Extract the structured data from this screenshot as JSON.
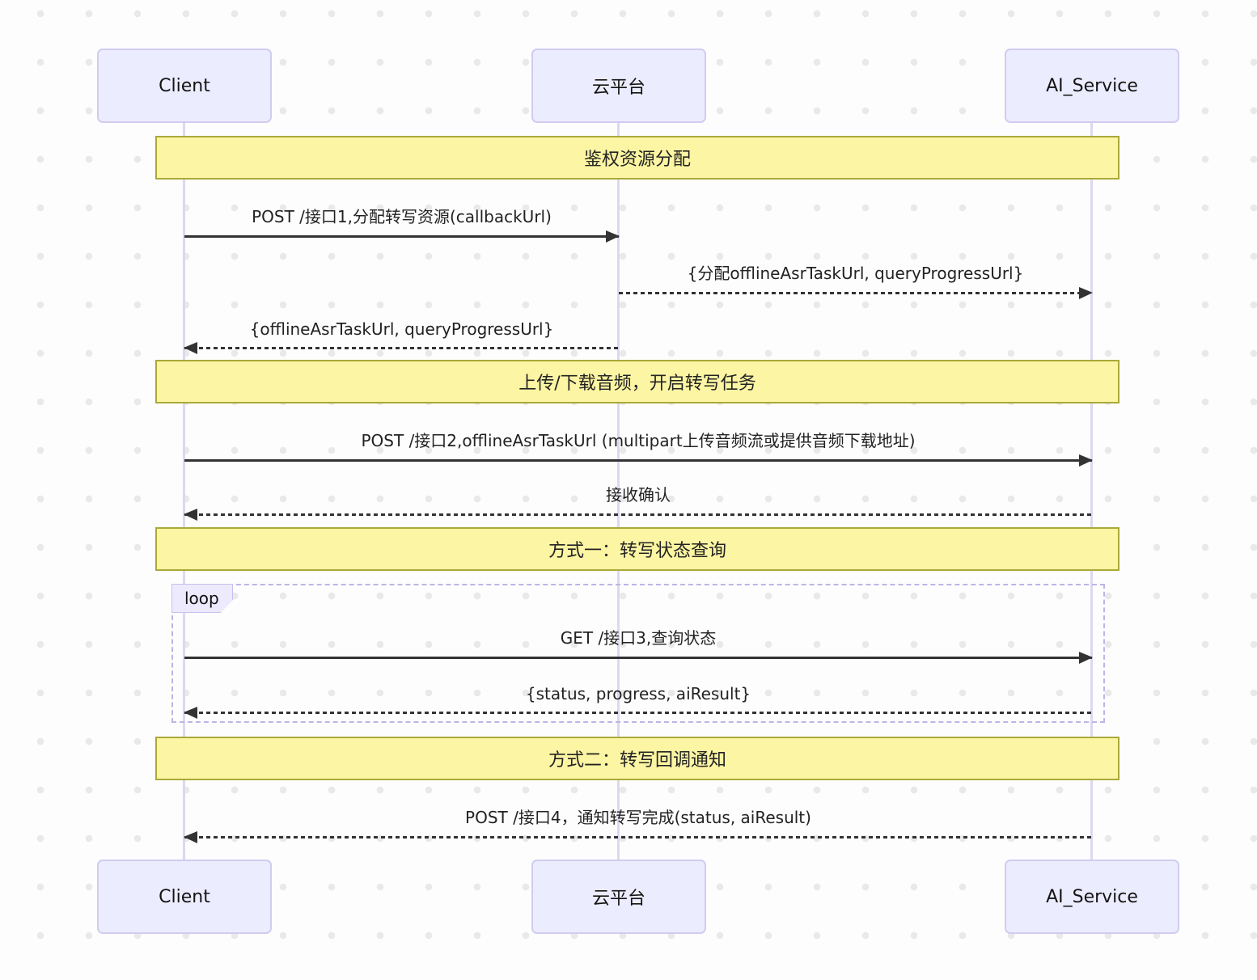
{
  "diagram": {
    "type": "sequence",
    "actors": {
      "client": "Client",
      "cloud": "云平台",
      "ai": "AI_Service"
    },
    "notes": {
      "auth": "鉴权资源分配",
      "upload": "上传/下载音频，开启转写任务",
      "method1": "方式一：转写状态查询",
      "method2": "方式二：转写回调通知"
    },
    "loop": {
      "label": "loop"
    },
    "messages": {
      "m1": {
        "text": "POST /接口1,分配转写资源(callbackUrl)",
        "from": "Client",
        "to": "云平台",
        "line": "solid",
        "direction": "right"
      },
      "m2": {
        "text": "{分配offlineAsrTaskUrl, queryProgressUrl}",
        "from": "云平台",
        "to": "AI_Service",
        "line": "dashed",
        "direction": "right"
      },
      "m3": {
        "text": "{offlineAsrTaskUrl, queryProgressUrl}",
        "from": "云平台",
        "to": "Client",
        "line": "dashed",
        "direction": "left"
      },
      "m4": {
        "text": "POST /接口2,offlineAsrTaskUrl (multipart上传音频流或提供音频下载地址)",
        "from": "Client",
        "to": "AI_Service",
        "line": "solid",
        "direction": "right"
      },
      "m5": {
        "text": "接收确认",
        "from": "AI_Service",
        "to": "Client",
        "line": "dashed",
        "direction": "left"
      },
      "m6": {
        "text": "GET /接口3,查询状态",
        "from": "Client",
        "to": "AI_Service",
        "line": "solid",
        "direction": "right"
      },
      "m7": {
        "text": "{status, progress, aiResult}",
        "from": "AI_Service",
        "to": "Client",
        "line": "dashed",
        "direction": "left"
      },
      "m8": {
        "text": "POST /接口4，通知转写完成(status, aiResult)",
        "from": "AI_Service",
        "to": "Client",
        "line": "dashed",
        "direction": "left"
      }
    },
    "colors": {
      "note_fill": "#fcf5a3",
      "note_border": "#a9a93a",
      "actor_fill": "#ececff",
      "actor_border": "#d0ccf0",
      "lifeline": "#dcd8f2",
      "arrow": "#333333",
      "loop_border": "#bcb5e6",
      "background": "#fdfdfd",
      "dot": "#e9e9e9"
    }
  }
}
